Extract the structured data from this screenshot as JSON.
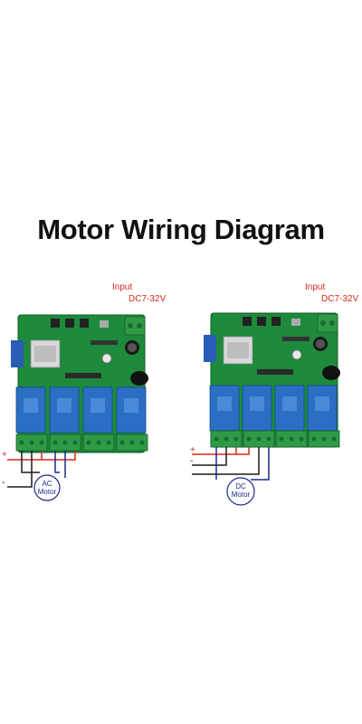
{
  "title": "Motor Wiring Diagram",
  "diagrams": [
    {
      "input_label": "Input",
      "voltage": "DC7-32V",
      "plus_sign": "+",
      "minus_sign": "-",
      "motor_line1": "AC",
      "motor_line2": "Motor"
    },
    {
      "input_label": "Input",
      "voltage": "DC7-32V",
      "plus_sign": "+",
      "minus_sign": "-",
      "motor_line1": "DC",
      "motor_line2": "Motor"
    }
  ],
  "colors": {
    "pcb": "#1d8a3c",
    "relay": "#2a6fc4",
    "terminal": "#2e9a46",
    "positive_wire": "#d6291c",
    "negative_wire": "#1a1a1a",
    "motor_wire": "#1a2a8c"
  }
}
